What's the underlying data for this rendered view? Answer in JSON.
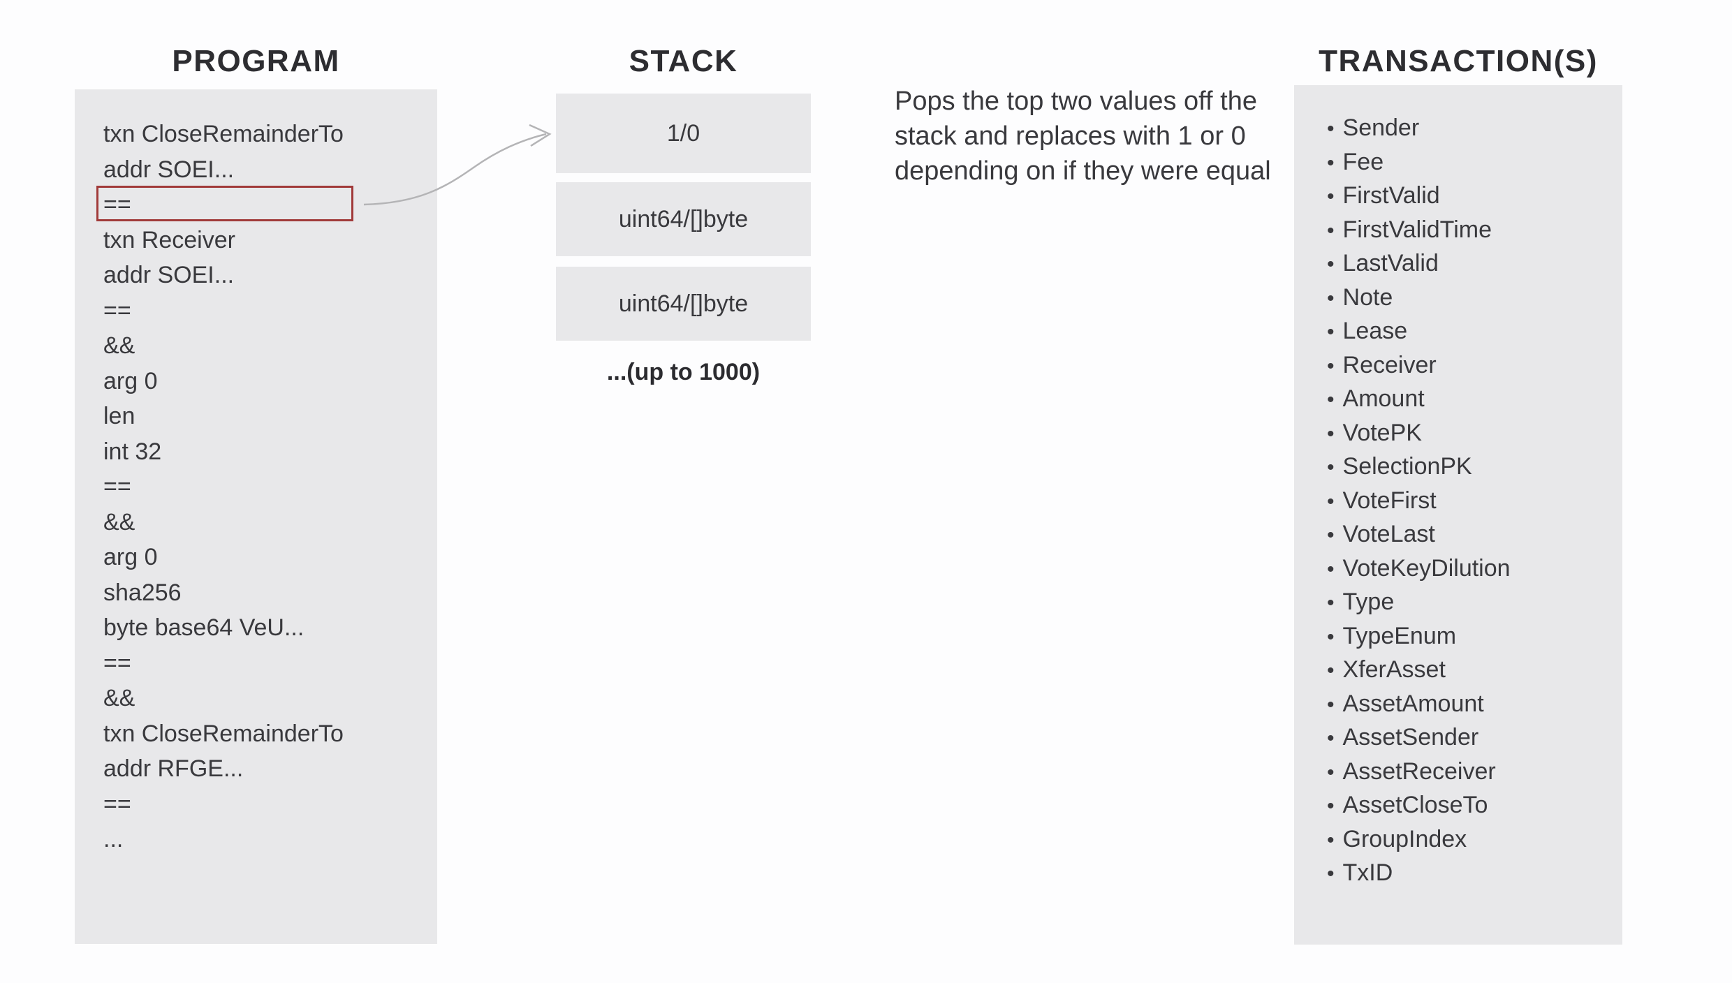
{
  "program": {
    "title": "PROGRAM",
    "lines": [
      "txn CloseRemainderTo",
      "addr SOEI...",
      "==",
      "txn Receiver",
      "addr SOEI...",
      "==",
      "&&",
      "arg 0",
      "len",
      "int 32",
      "==",
      "&&",
      "arg 0",
      "sha256",
      "byte base64 VeU...",
      "==",
      "&&",
      "txn CloseRemainderTo",
      "addr RFGE...",
      "==",
      "..."
    ],
    "highlighted_line_index": 2,
    "highlighted_line_text": "=="
  },
  "stack": {
    "title": "STACK",
    "boxes": [
      "1/0",
      "uint64/[]byte",
      "uint64/[]byte"
    ],
    "caption": "...(up to 1000)"
  },
  "description": {
    "lines": [
      "Pops the top two values off the",
      "stack and replaces with 1 or 0",
      "depending on if they were equal"
    ]
  },
  "transactions": {
    "title": "TRANSACTION(S)",
    "bullet": "•",
    "fields": [
      "Sender",
      "Fee",
      "FirstValid",
      "FirstValidTime",
      "LastValid",
      "Note",
      "Lease",
      "Receiver",
      "Amount",
      "VotePK",
      "SelectionPK",
      "VoteFirst",
      "VoteLast",
      "VoteKeyDilution",
      "Type",
      "TypeEnum",
      "XferAsset",
      "AssetAmount",
      "AssetSender",
      "AssetReceiver",
      "AssetCloseTo",
      "GroupIndex",
      "TxID"
    ]
  },
  "colors": {
    "panel_bg": "#e8e8ea",
    "text": "#39393d",
    "title": "#2d2d31",
    "highlight_border": "#a13a3a",
    "arrow": "#b4b4b6"
  }
}
